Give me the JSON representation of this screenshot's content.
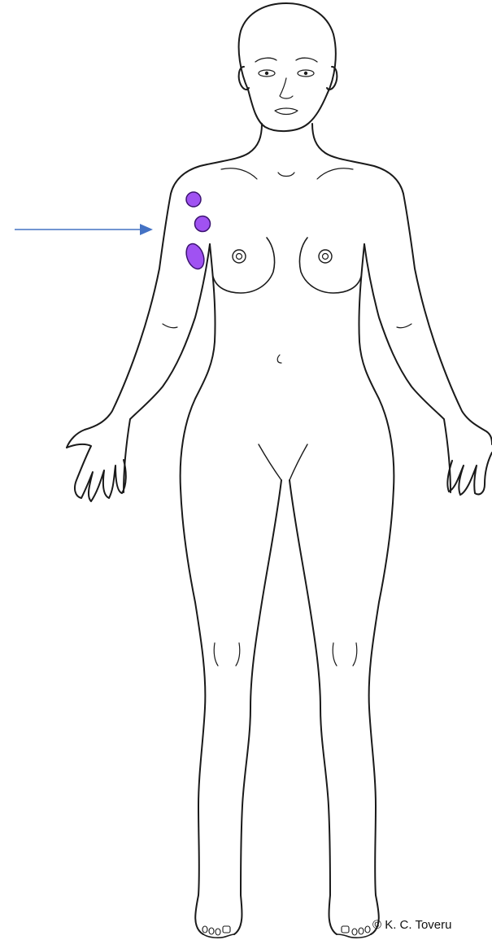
{
  "figure": {
    "copyright": "© K. C. Toveru",
    "colors": {
      "outline": "#1a1a1a",
      "lesion_fill": "#a052f2",
      "lesion_stroke": "#3b1370",
      "arrow": "#4472c4",
      "background": "#ffffff"
    },
    "icons": {
      "body": "female-body-front-outline",
      "marker": "arrow-right",
      "lesion": "purple-lesion"
    }
  }
}
